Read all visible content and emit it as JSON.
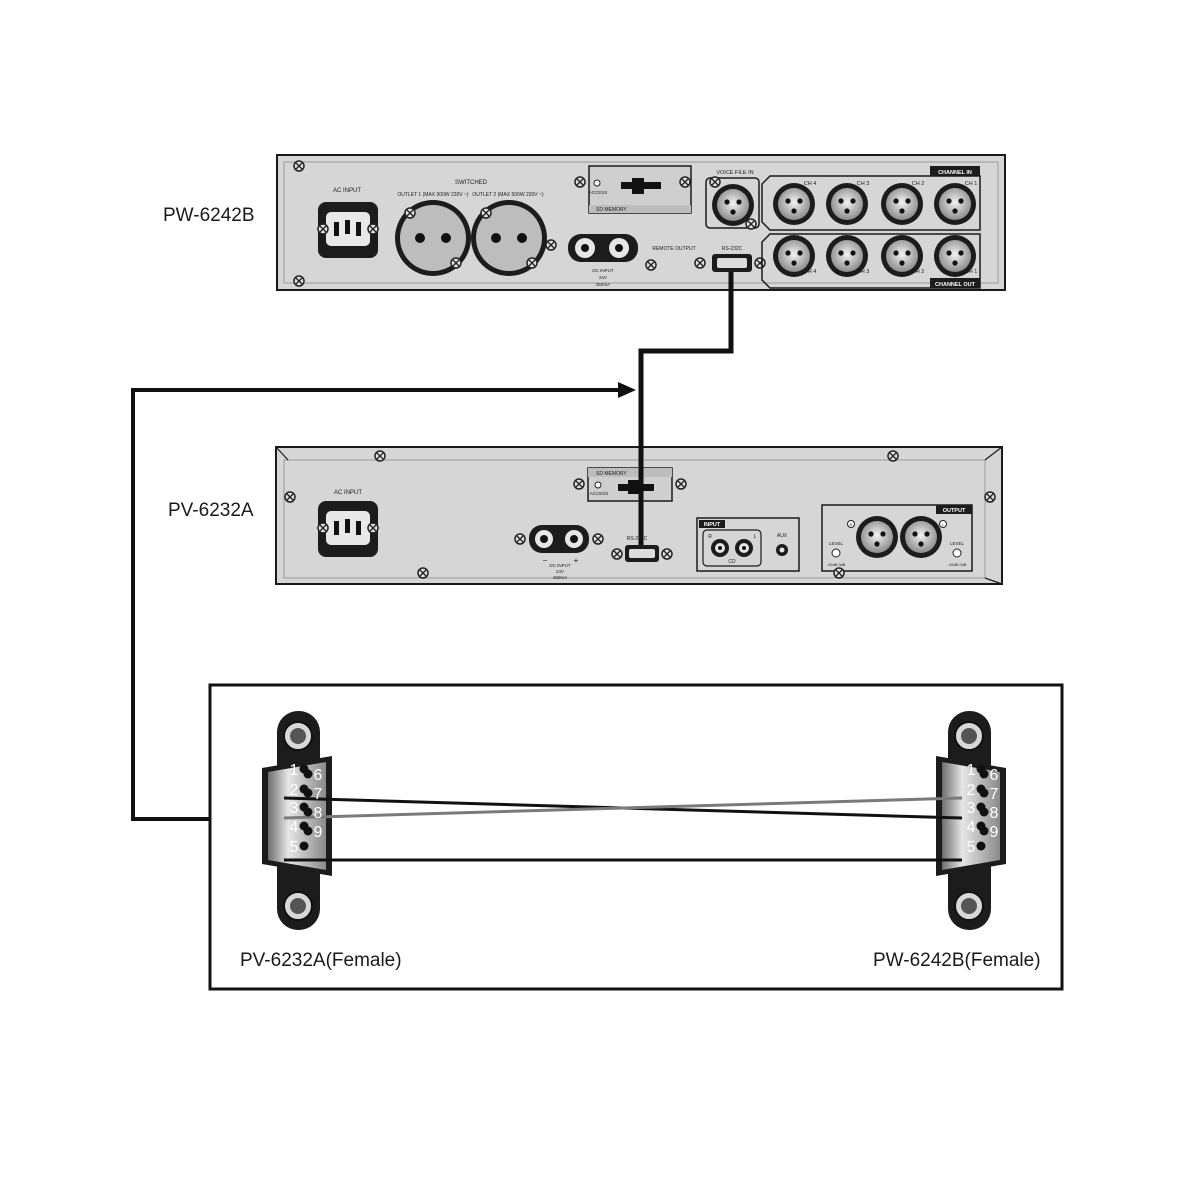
{
  "devices": {
    "top": {
      "model": "PW-6242B",
      "ac_input": "AC INPUT",
      "switched": "SWITCHED",
      "outlet1": "OUTLET 1 (MAX 500W 220V ~)",
      "outlet2": "OUTLET 2 (MAX 500W 220V ~)",
      "access": "ACCESS",
      "sd_memory": "SD MEMORY",
      "remote_output": "REMOTE OUTPUT",
      "dc_input": "DC INPUT",
      "dc_volt": "24V",
      "dc_current": "350mA",
      "voice_file_in": "VOICE FILE IN",
      "rs232c": "RS-232C",
      "channel_in": "CHANNEL IN",
      "channel_out": "CHANNEL OUT",
      "channels": [
        "CH 4",
        "CH 3",
        "CH 2",
        "CH 1"
      ]
    },
    "bottom": {
      "model": "PV-6232A",
      "ac_input": "AC INPUT",
      "access": "ACCESS",
      "sd_memory": "SD MEMORY",
      "rs232c": "RS-232C",
      "dc_input": "DC INPUT",
      "dc_volt": "24V",
      "dc_current": "250mA",
      "minus": "−",
      "plus": "+",
      "input": "INPUT",
      "r": "R",
      "l": "L",
      "cd": "CD",
      "aux": "AUX",
      "output": "OUTPUT",
      "level": "LEVEL",
      "level_range_left": "-10dB 0dB",
      "level_range_right": "-10dB 0dB"
    }
  },
  "wiring_box": {
    "left_connector": {
      "label": "PV-6232A(Female)",
      "pins_left": [
        "1",
        "2",
        "3",
        "4",
        "5"
      ],
      "pins_right": [
        "6",
        "7",
        "8",
        "9"
      ]
    },
    "right_connector": {
      "label": "PW-6242B(Female)",
      "pins_left": [
        "1",
        "2",
        "3",
        "4",
        "5"
      ],
      "pins_right": [
        "6",
        "7",
        "8",
        "9"
      ]
    }
  },
  "colors": {
    "panel": "#d6d6d6",
    "panel_dark": "#9a9a9a",
    "ink": "#1a1a1a",
    "wire_black": "#111111",
    "wire_gray": "#7a7a7a"
  }
}
